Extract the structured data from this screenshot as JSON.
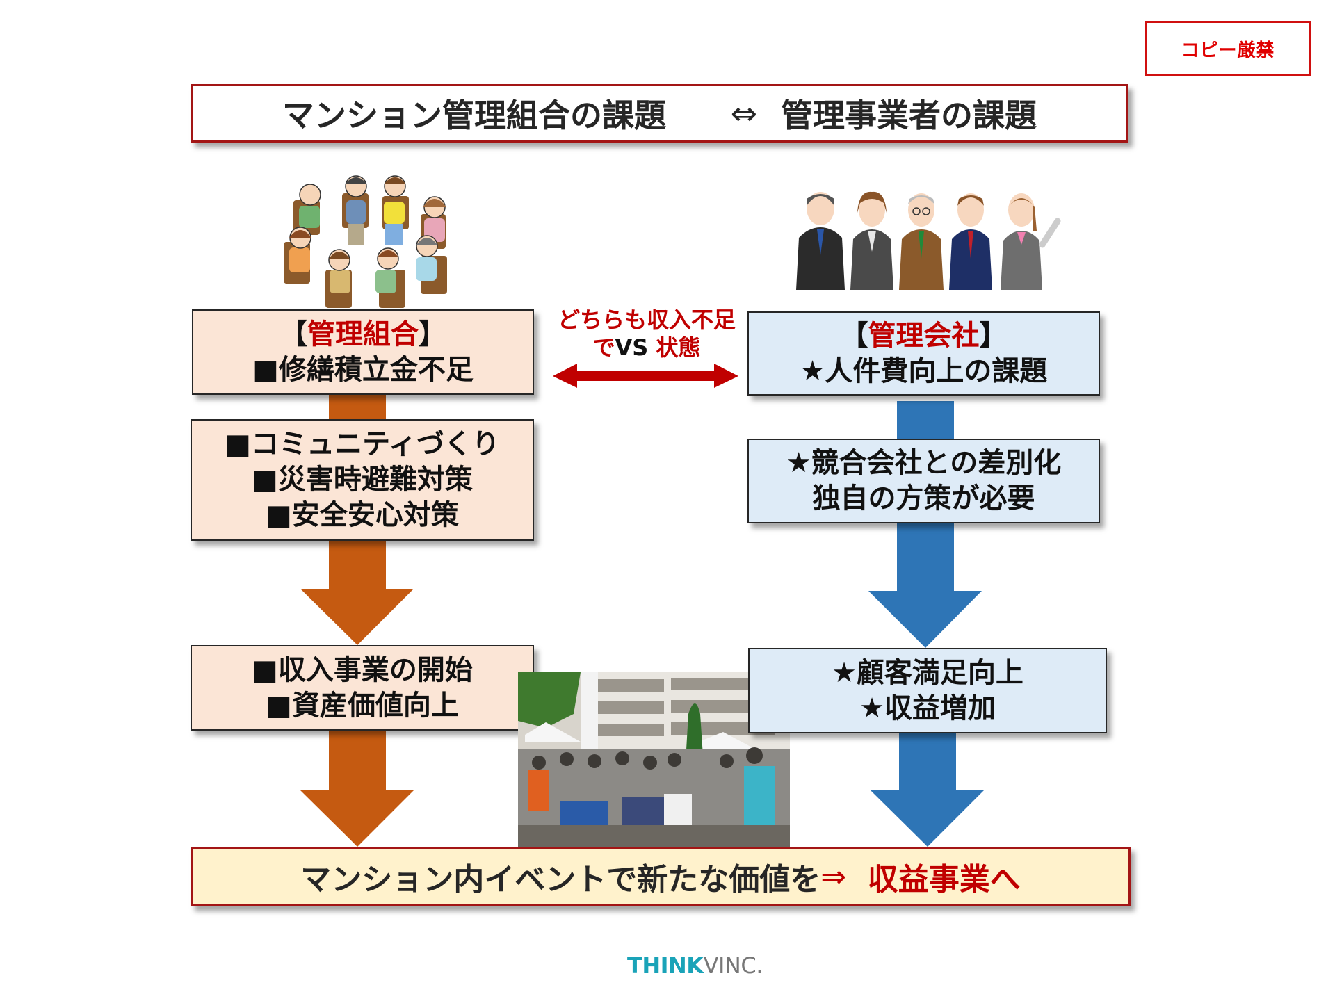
{
  "copy_notice": "コピー厳禁",
  "title": {
    "left": "マンション管理組合の課題",
    "separator": "⇔",
    "right": "管理事業者の課題"
  },
  "colors": {
    "accent_red": "#C00000",
    "orange_arrow": "#C55A11",
    "blue_arrow": "#2E75B6",
    "orange_box": "#FBE5D6",
    "blue_box": "#DEEBF7",
    "bottom_box": "#FFF2CC",
    "logo_teal": "#1AA3B8"
  },
  "illustrations": {
    "left": "meeting-circle-illustration",
    "right": "business-staff-illustration",
    "photo": "apartment-event-photo"
  },
  "vs_label": {
    "line1": "どちらも収入不足",
    "line2_pre": "で",
    "line2_vs": "VS",
    "line2_post": " 状態"
  },
  "left_column": {
    "box1": {
      "bracket_open": "【",
      "heading": "管理組合",
      "bracket_close": "】",
      "line": "■修繕積立金不足"
    },
    "box2": {
      "lines": [
        "■コミュニティづくり",
        "■災害時避難対策",
        "■安全安心対策"
      ]
    },
    "box3": {
      "lines": [
        "■収入事業の開始",
        "■資産価値向上"
      ]
    }
  },
  "right_column": {
    "box1": {
      "bracket_open": "【",
      "heading": "管理会社",
      "bracket_close": "】",
      "line": "★人件費向上の課題"
    },
    "box2": {
      "lines": [
        "★競合会社との差別化",
        "独自の方策が必要"
      ]
    },
    "box3": {
      "lines": [
        "★顧客満足向上",
        "★収益増加"
      ]
    }
  },
  "conclusion": {
    "text": "マンション内イベントで新たな価値を",
    "arrow": "⇒",
    "highlight": "  収益事業へ"
  },
  "logo": {
    "think": "THINK",
    "vinc": "VINC."
  }
}
